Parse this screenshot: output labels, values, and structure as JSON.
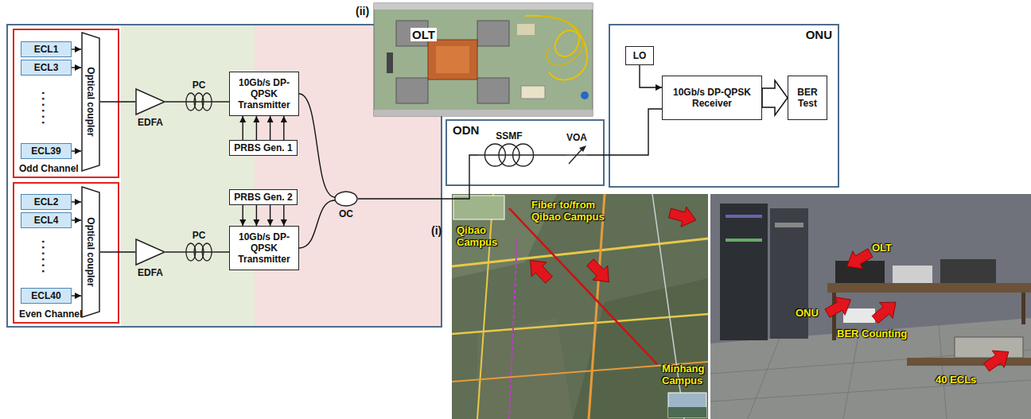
{
  "diagram": {
    "nodes": [
      {
        "text": [
          "OLT"
        ]
      },
      {
        "text": [
          "Odd Channel"
        ],
        "in": 0
      },
      {
        "text": [
          "ECL1"
        ],
        "in": 1
      },
      {
        "text": [
          "ECL3"
        ],
        "in": 1
      },
      {
        "text": [
          "ECL39"
        ],
        "in": 1
      },
      {
        "text": [
          "Optical coupler"
        ],
        "in": 1
      },
      {
        "text": [
          "Even Channel"
        ],
        "in": 0
      },
      {
        "text": [
          "ECL2"
        ],
        "in": 6
      },
      {
        "text": [
          "ECL4"
        ],
        "in": 6
      },
      {
        "text": [
          "ECL40"
        ],
        "in": 6
      },
      {
        "text": [
          "Optical coupler"
        ],
        "in": 6
      },
      {
        "text": [
          "EDFA"
        ],
        "in": 0
      },
      {
        "text": [
          "EDFA"
        ],
        "in": 0
      },
      {
        "text": [
          "PC"
        ],
        "in": 0
      },
      {
        "text": [
          "PC"
        ],
        "in": 0
      },
      {
        "text": [
          "10Gb/s DP-QPSK Transmitter"
        ],
        "in": 0
      },
      {
        "text": [
          "PRBS Gen. 1"
        ],
        "in": 0
      },
      {
        "text": [
          "PRBS Gen. 2"
        ],
        "in": 0
      },
      {
        "text": [
          "10Gb/s DP-QPSK Transmitter"
        ],
        "in": 0
      },
      {
        "text": [
          "OC"
        ],
        "in": 0
      },
      {
        "text": [
          "ODN"
        ]
      },
      {
        "text": [
          "SSMF"
        ],
        "in": 20
      },
      {
        "text": [
          "VOA"
        ],
        "in": 20
      },
      {
        "text": [
          "ONU"
        ]
      },
      {
        "text": [
          "LO"
        ],
        "in": 23
      },
      {
        "text": [
          "10Gb/s DP-QPSK Receiver"
        ],
        "in": 23
      },
      {
        "text": [
          "BER Test"
        ],
        "in": 23
      }
    ],
    "edges": [
      {
        "from": 2,
        "to": 5,
        "arrow": "to"
      },
      {
        "from": 3,
        "to": 5,
        "arrow": "to"
      },
      {
        "from": 4,
        "to": 5,
        "arrow": "to"
      },
      {
        "from": 7,
        "to": 10,
        "arrow": "to"
      },
      {
        "from": 8,
        "to": 10,
        "arrow": "to"
      },
      {
        "from": 9,
        "to": 10,
        "arrow": "to"
      },
      {
        "from": 5,
        "to": 11,
        "arrow": "none"
      },
      {
        "from": 10,
        "to": 12,
        "arrow": "none"
      },
      {
        "from": 11,
        "to": 13,
        "arrow": "none"
      },
      {
        "from": 12,
        "to": 14,
        "arrow": "none"
      },
      {
        "from": 13,
        "to": 15,
        "arrow": "none"
      },
      {
        "from": 14,
        "to": 18,
        "arrow": "none"
      },
      {
        "from": 16,
        "to": 15,
        "arrow": "to"
      },
      {
        "from": 17,
        "to": 18,
        "arrow": "to"
      },
      {
        "from": 15,
        "to": 19,
        "arrow": "none"
      },
      {
        "from": 18,
        "to": 19,
        "arrow": "none"
      },
      {
        "from": 19,
        "to": 21,
        "arrow": "none"
      },
      {
        "from": 21,
        "to": 22,
        "arrow": "none"
      },
      {
        "from": 22,
        "to": 25,
        "arrow": "none"
      },
      {
        "from": 24,
        "to": 25,
        "arrow": "to"
      },
      {
        "from": 25,
        "to": 26,
        "arrow": "to"
      }
    ],
    "labels": [
      "......",
      "......",
      "(ii)",
      "(i)",
      "Fiber to/from Qibao Campus",
      "Qibao Campus",
      "Minhang Campus",
      "OLT",
      "ONU",
      "BER Counting",
      "40 ECLs"
    ]
  }
}
